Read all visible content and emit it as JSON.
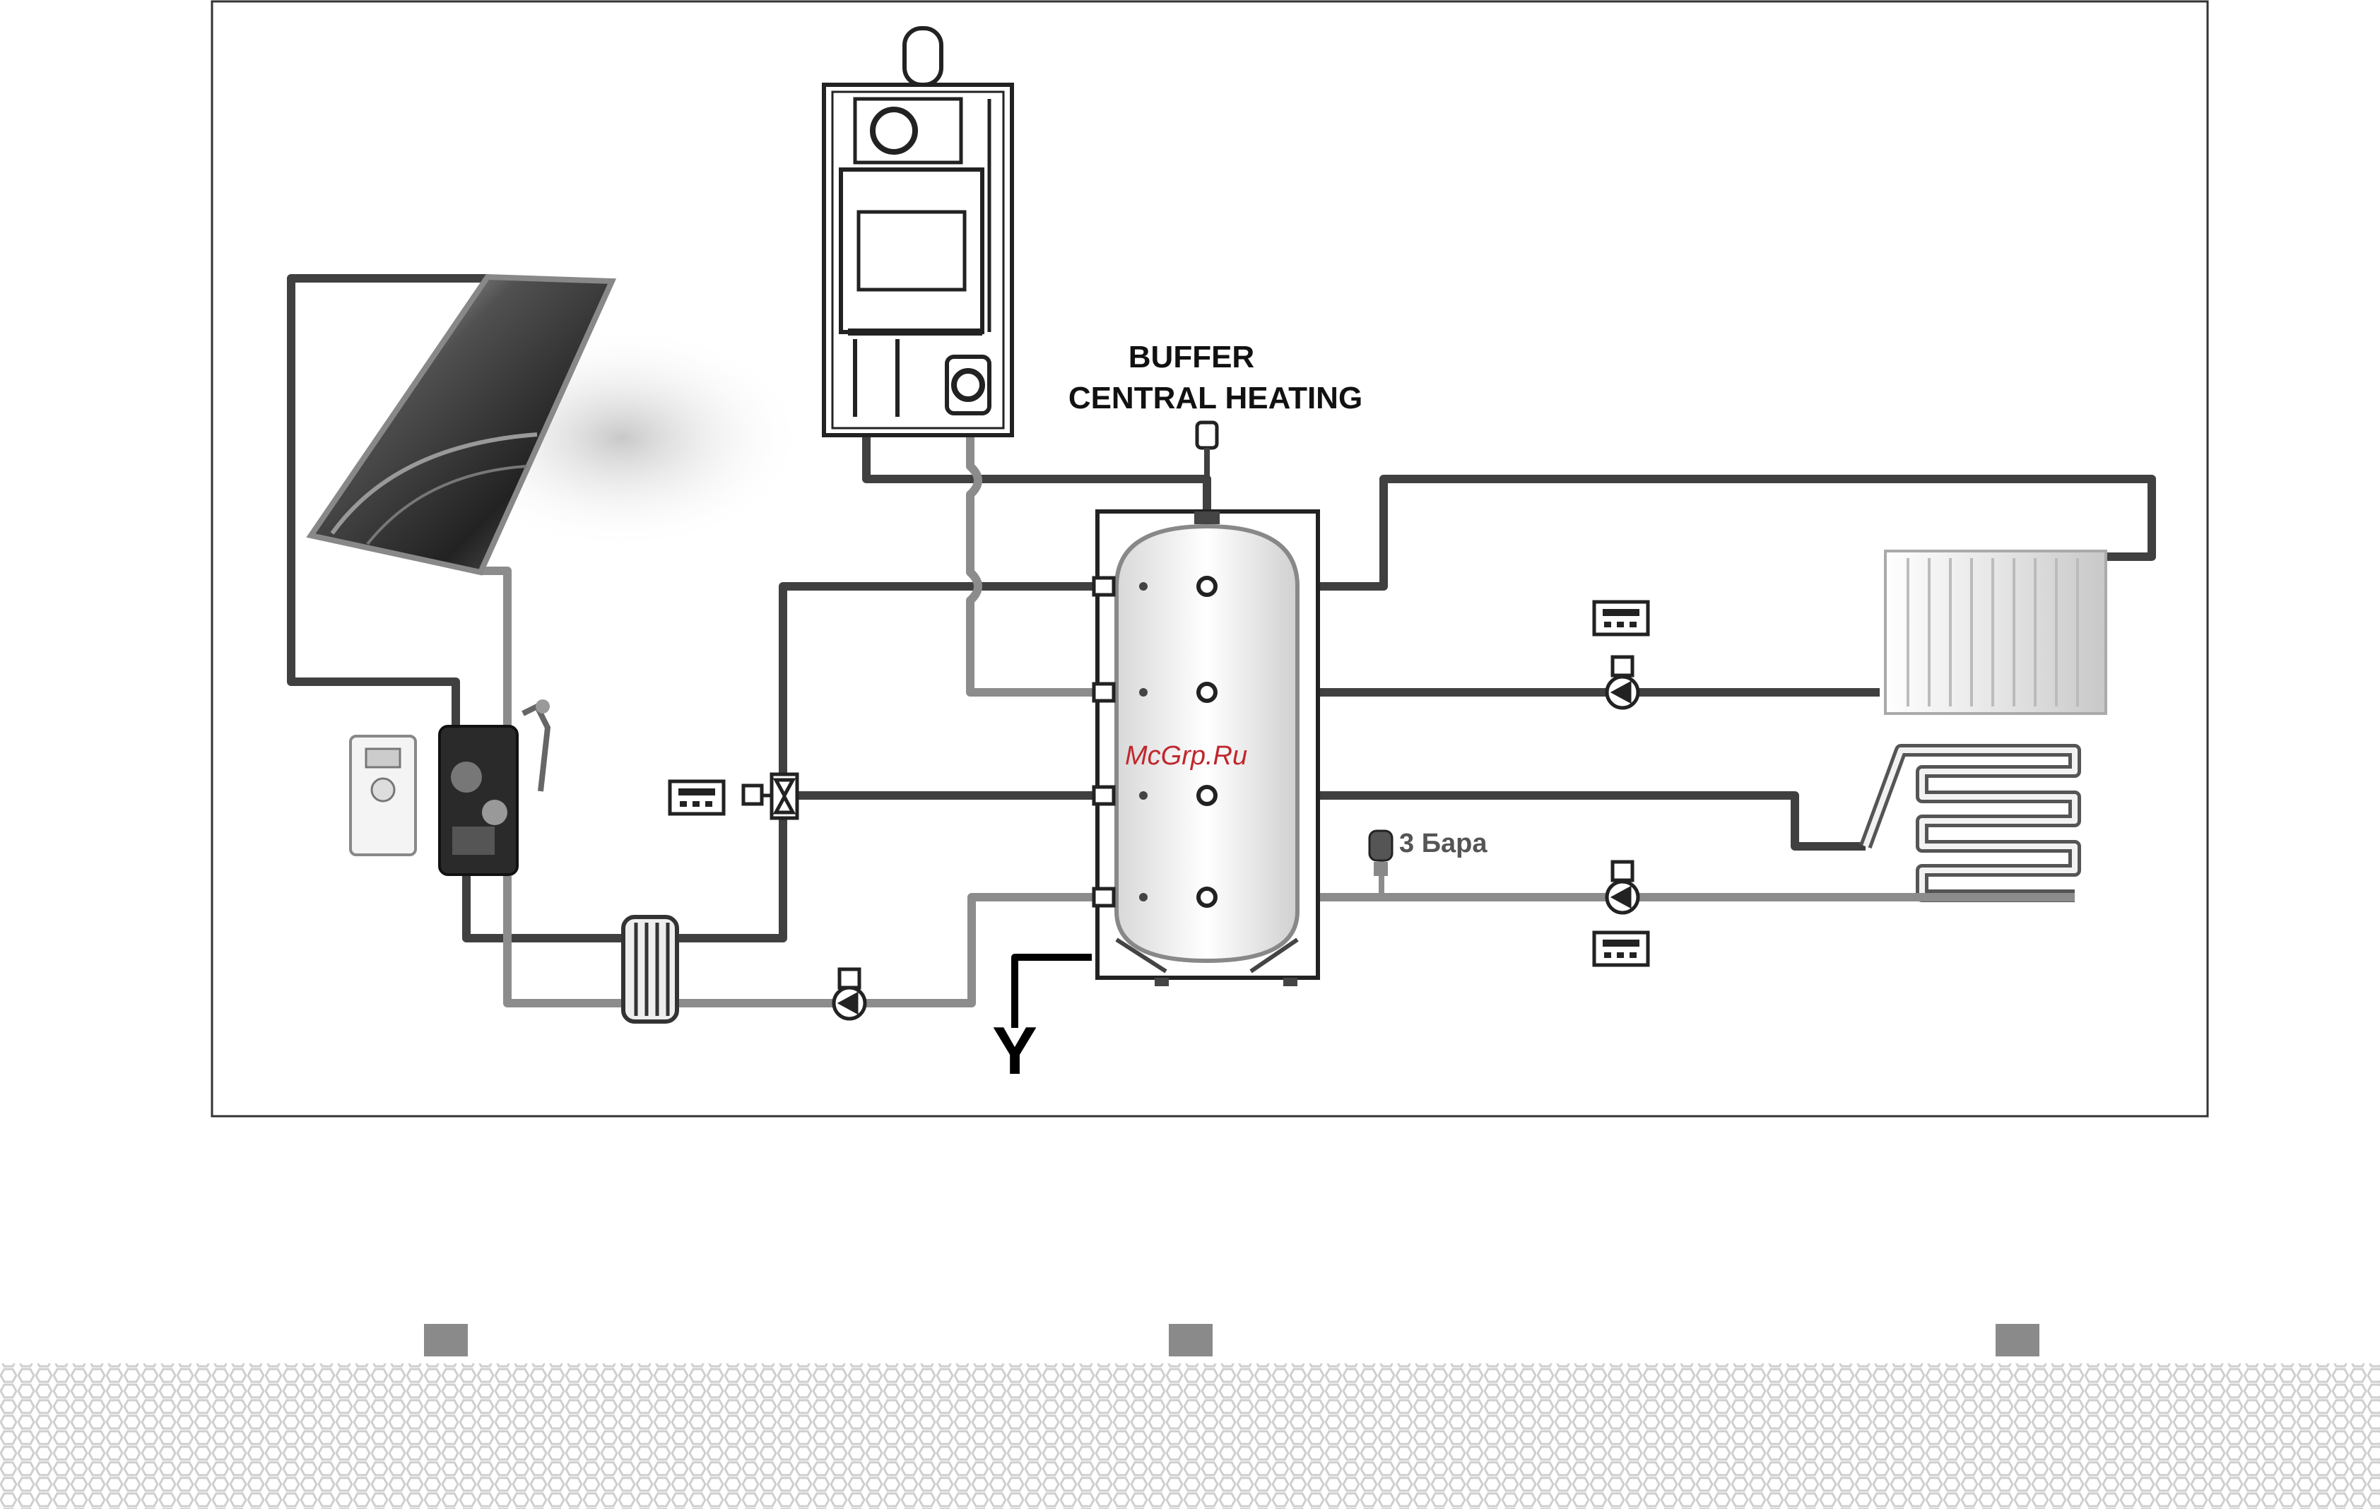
{
  "diagram": {
    "heading_line1": "BUFFER",
    "heading_line2": "CENTRAL HEATING",
    "watermark": "McGrp.Ru",
    "pressure_label": "3 Бара",
    "drain_symbol": "Y",
    "colors": {
      "pipe_dark": "#404040",
      "pipe_light": "#8c8c8c",
      "frame": "#333333",
      "watermark": "#c0272d",
      "footer_square": "#8a8a8a",
      "hex_pattern": "#cfcfcf"
    },
    "icons": [
      "solar-collector-icon",
      "gas-boiler-icon",
      "buffer-tank-icon",
      "radiator-icon",
      "floor-heating-coil-icon",
      "solar-controller-icon",
      "solar-pump-station-icon",
      "plate-heat-exchanger-icon",
      "circulation-pump-icon",
      "three-way-valve-icon",
      "thermostat-controller-icon",
      "expansion-valve-icon",
      "air-vent-icon"
    ]
  }
}
